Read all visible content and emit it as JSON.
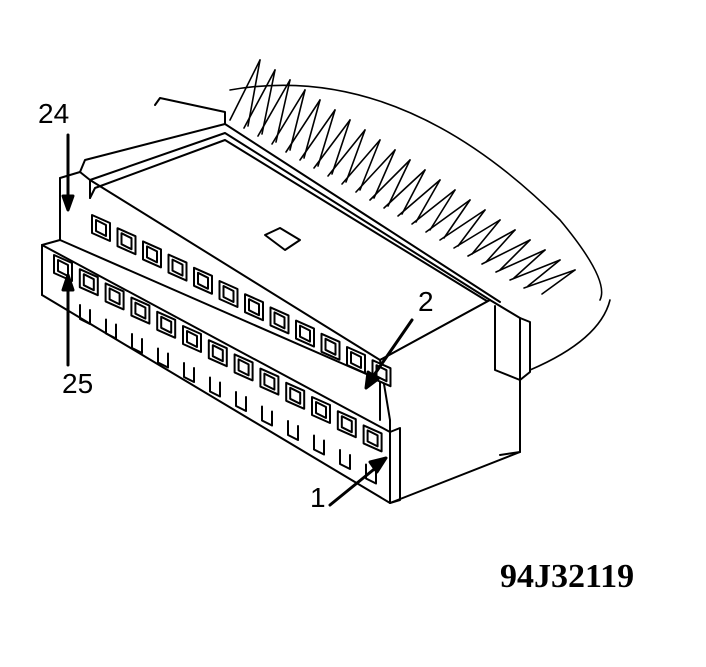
{
  "callouts": {
    "pin_24": "24",
    "pin_25": "25",
    "pin_2": "2",
    "pin_1": "1"
  },
  "figure_id": "94J32119",
  "colors": {
    "ink": "#000000",
    "paper": "#ffffff"
  }
}
